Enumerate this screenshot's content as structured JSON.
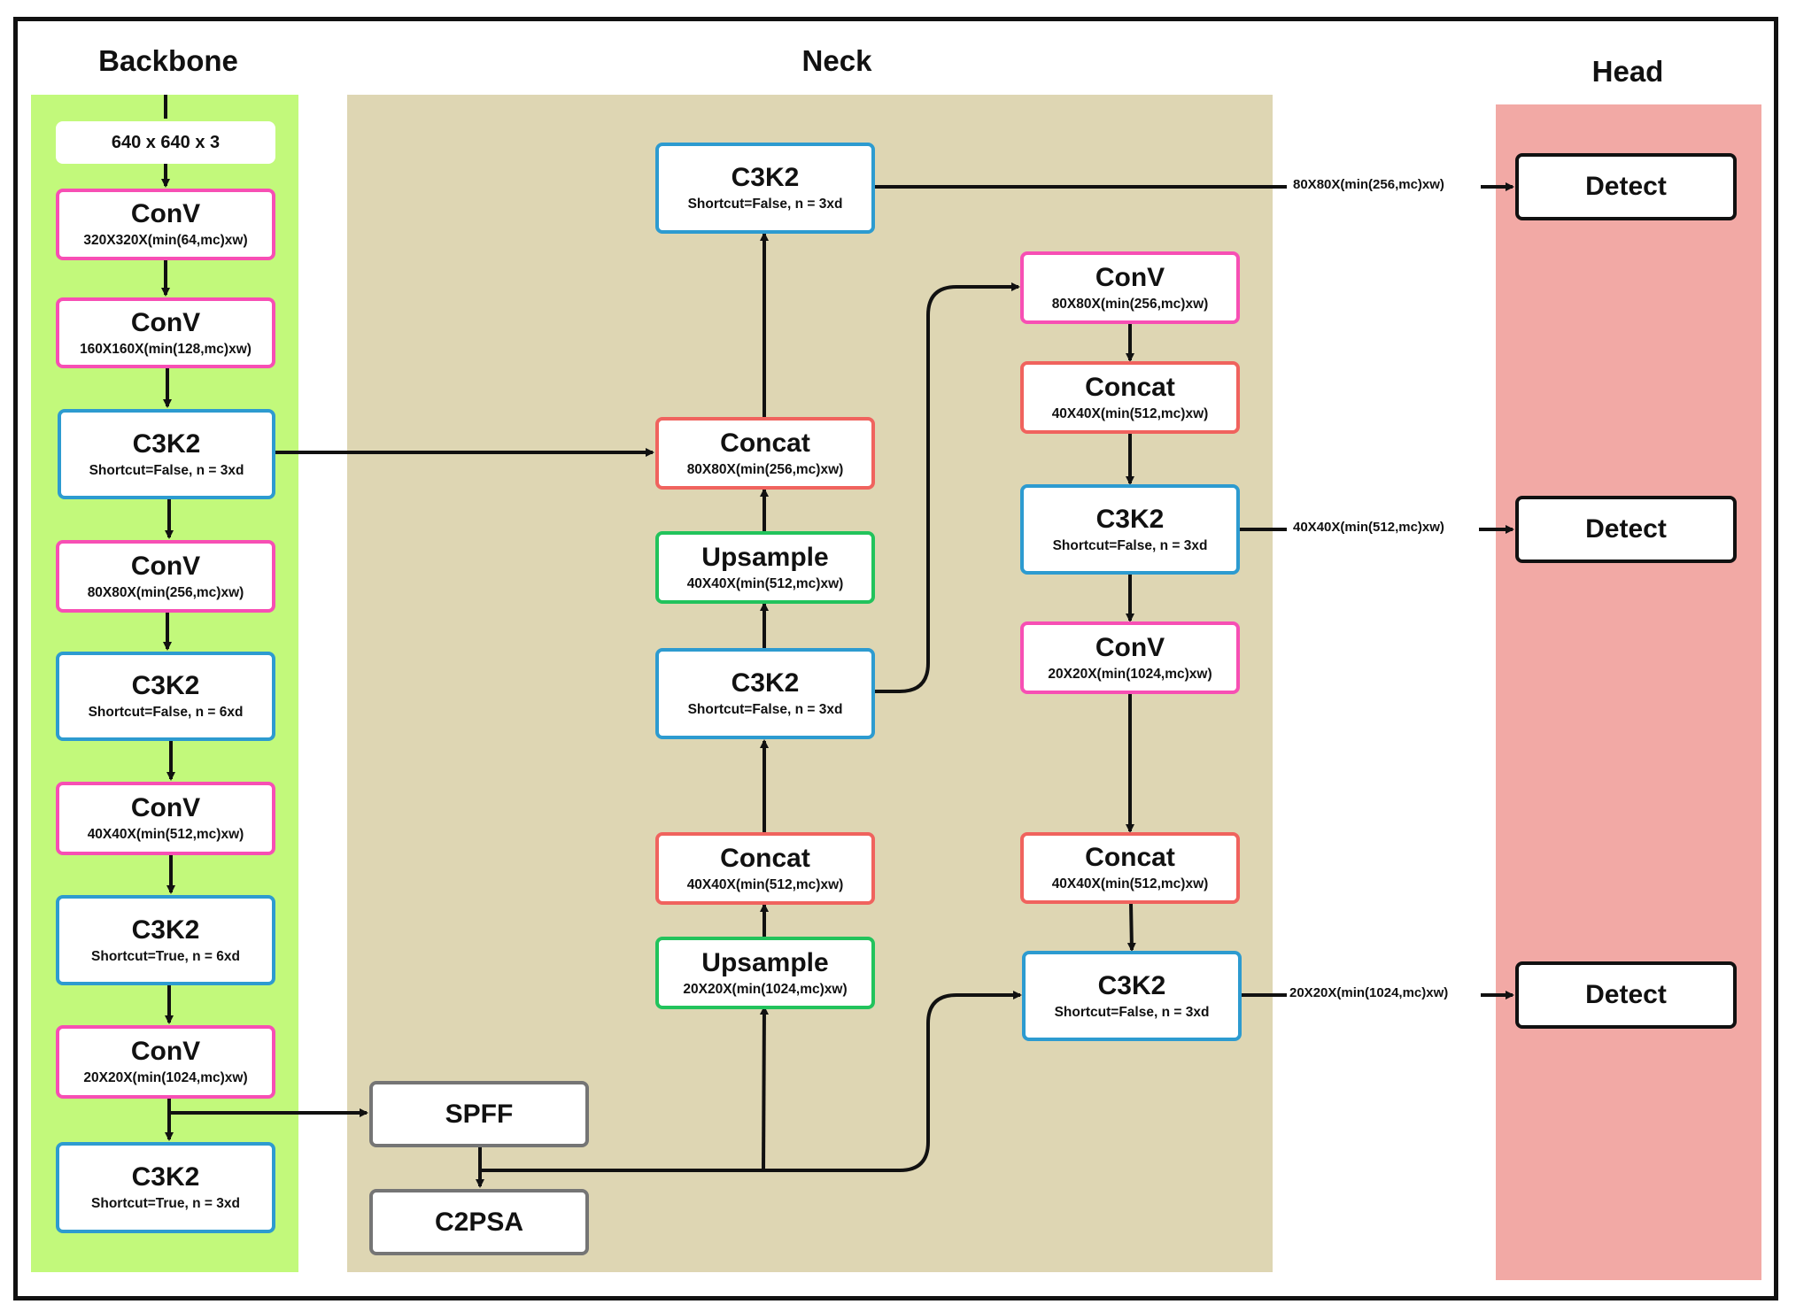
{
  "sections": {
    "backbone": "Backbone",
    "neck": "Neck",
    "head": "Head"
  },
  "backbone": {
    "input": "640 x 640 x 3",
    "conv1": {
      "title": "ConV",
      "sub": "320X320X(min(64,mc)xw)"
    },
    "conv2": {
      "title": "ConV",
      "sub": "160X160X(min(128,mc)xw)"
    },
    "c3k2_1": {
      "title": "C3K2",
      "sub": "Shortcut=False, n = 3xd"
    },
    "conv3": {
      "title": "ConV",
      "sub": "80X80X(min(256,mc)xw)"
    },
    "c3k2_2": {
      "title": "C3K2",
      "sub": "Shortcut=False, n = 6xd"
    },
    "conv4": {
      "title": "ConV",
      "sub": "40X40X(min(512,mc)xw)"
    },
    "c3k2_3": {
      "title": "C3K2",
      "sub": "Shortcut=True, n = 6xd"
    },
    "conv5": {
      "title": "ConV",
      "sub": "20X20X(min(1024,mc)xw)"
    },
    "c3k2_4": {
      "title": "C3K2",
      "sub": "Shortcut=True, n = 3xd"
    }
  },
  "neck": {
    "spff": "SPFF",
    "c2psa": "C2PSA",
    "upsample1": {
      "title": "Upsample",
      "sub": "20X20X(min(1024,mc)xw)"
    },
    "concat1": {
      "title": "Concat",
      "sub": "40X40X(min(512,mc)xw)"
    },
    "c3k2_a": {
      "title": "C3K2",
      "sub": "Shortcut=False, n = 3xd"
    },
    "upsample2": {
      "title": "Upsample",
      "sub": "40X40X(min(512,mc)xw)"
    },
    "concat2": {
      "title": "Concat",
      "sub": "80X80X(min(256,mc)xw)"
    },
    "c3k2_b": {
      "title": "C3K2",
      "sub": "Shortcut=False, n = 3xd"
    },
    "conv_r1": {
      "title": "ConV",
      "sub": "80X80X(min(256,mc)xw)"
    },
    "concat_r1": {
      "title": "Concat",
      "sub": "40X40X(min(512,mc)xw)"
    },
    "c3k2_r1": {
      "title": "C3K2",
      "sub": "Shortcut=False, n = 3xd"
    },
    "conv_r2": {
      "title": "ConV",
      "sub": "20X20X(min(1024,mc)xw)"
    },
    "concat_r2": {
      "title": "Concat",
      "sub": "40X40X(min(512,mc)xw)"
    },
    "c3k2_r2": {
      "title": "C3K2",
      "sub": "Shortcut=False, n = 3xd"
    }
  },
  "head": {
    "detect1": "Detect",
    "detect2": "Detect",
    "detect3": "Detect",
    "label1": "80X80X(min(256,mc)xw)",
    "label2": "40X40X(min(512,mc)xw)",
    "label3": "20X20X(min(1024,mc)xw)"
  }
}
